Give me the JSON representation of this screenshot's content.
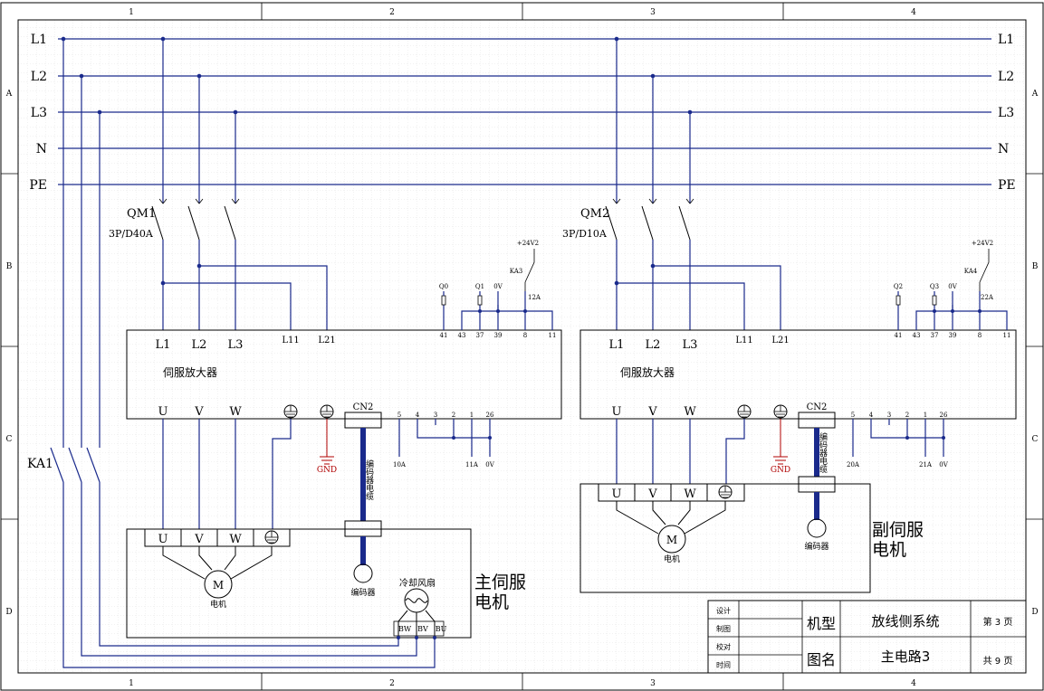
{
  "frame": {
    "cols": [
      "1",
      "2",
      "3",
      "4"
    ],
    "rows": [
      "A",
      "B",
      "C",
      "D"
    ]
  },
  "buses": [
    "L1",
    "L2",
    "L3",
    "N",
    "PE"
  ],
  "contactor": {
    "label": "KA1"
  },
  "left": {
    "breaker_name": "QM1",
    "breaker_rating": "3P/D40A",
    "amp_label": "伺服放大器",
    "top_terms": [
      "L1",
      "L2",
      "L3",
      "L11",
      "L21"
    ],
    "io_terms": [
      "41",
      "43",
      "37",
      "39",
      "8",
      "11"
    ],
    "io_signals": [
      "Q0",
      "Q1",
      "0V"
    ],
    "relay_supply": "+24V2",
    "relay_name": "KA3",
    "relay_wire": "12A",
    "out_terms": [
      "U",
      "V",
      "W"
    ],
    "cn2": "CN2",
    "gnd": "GND",
    "cn2_pins": [
      "5",
      "4",
      "3",
      "2",
      "1",
      "26"
    ],
    "cn2_wires": [
      "10A",
      "11A",
      "0V"
    ],
    "cable": "编码器电缆",
    "motor_terms": [
      "U",
      "V",
      "W"
    ],
    "motor_symbol": "M",
    "motor_caption": "电机",
    "encoder_caption": "编码器",
    "fan_caption": "冷却风扇",
    "fan_terms": [
      "BW",
      "BV",
      "BU"
    ],
    "motor_title_1": "主伺服",
    "motor_title_2": "电机"
  },
  "right": {
    "breaker_name": "QM2",
    "breaker_rating": "3P/D10A",
    "amp_label": "伺服放大器",
    "top_terms": [
      "L1",
      "L2",
      "L3",
      "L11",
      "L21"
    ],
    "io_terms": [
      "41",
      "43",
      "37",
      "39",
      "8",
      "11"
    ],
    "io_signals": [
      "Q2",
      "Q3",
      "0V"
    ],
    "relay_supply": "+24V2",
    "relay_name": "KA4",
    "relay_wire": "22A",
    "out_terms": [
      "U",
      "V",
      "W"
    ],
    "cn2": "CN2",
    "gnd": "GND",
    "cn2_pins": [
      "5",
      "4",
      "3",
      "2",
      "1",
      "26"
    ],
    "cn2_wires": [
      "20A",
      "21A",
      "0V"
    ],
    "cable": "编码器电缆",
    "motor_terms": [
      "U",
      "V",
      "W"
    ],
    "motor_symbol": "M",
    "motor_caption": "电机",
    "encoder_caption": "编码器",
    "motor_title_1": "副伺服",
    "motor_title_2": "电机"
  },
  "title_block": {
    "roles": [
      "设计",
      "制图",
      "校对",
      "时间"
    ],
    "label_model": "机型",
    "model": "放线侧系统",
    "label_drawing": "图名",
    "drawing": "主电路3",
    "page_text": "第 3 页",
    "total_text": "共 9 页"
  }
}
